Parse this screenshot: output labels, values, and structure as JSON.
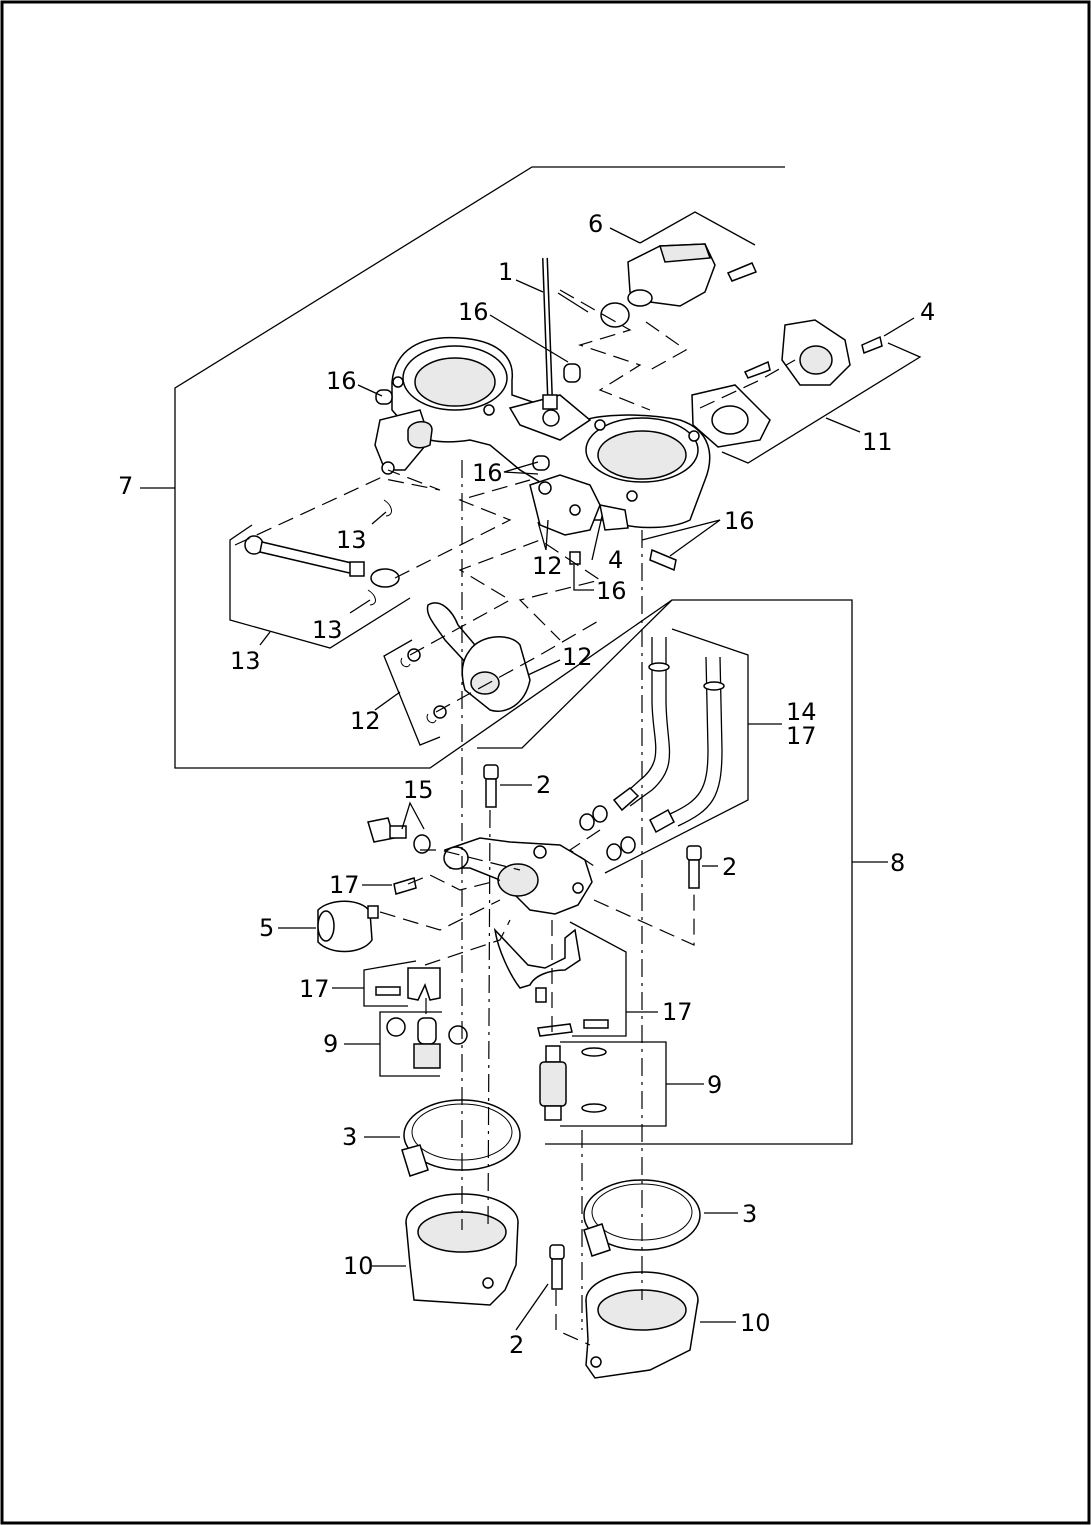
{
  "diagram": {
    "callouts": {
      "c1": "1",
      "c2a": "2",
      "c2b": "2",
      "c2c": "2",
      "c3a": "3",
      "c3b": "3",
      "c4a": "4",
      "c4b": "4",
      "c5": "5",
      "c6": "6",
      "c7": "7",
      "c8": "8",
      "c9a": "9",
      "c9b": "9",
      "c10a": "10",
      "c10b": "10",
      "c11": "11",
      "c12a": "12",
      "c12b": "12",
      "c12c": "12",
      "c13a": "13",
      "c13b": "13",
      "c13c": "13",
      "c14": "14",
      "c15": "15",
      "c16a": "16",
      "c16b": "16",
      "c16c": "16",
      "c16d": "16",
      "c16e": "16",
      "c17a": "17",
      "c17b": "17",
      "c17c": "17",
      "c17d": "17"
    }
  }
}
